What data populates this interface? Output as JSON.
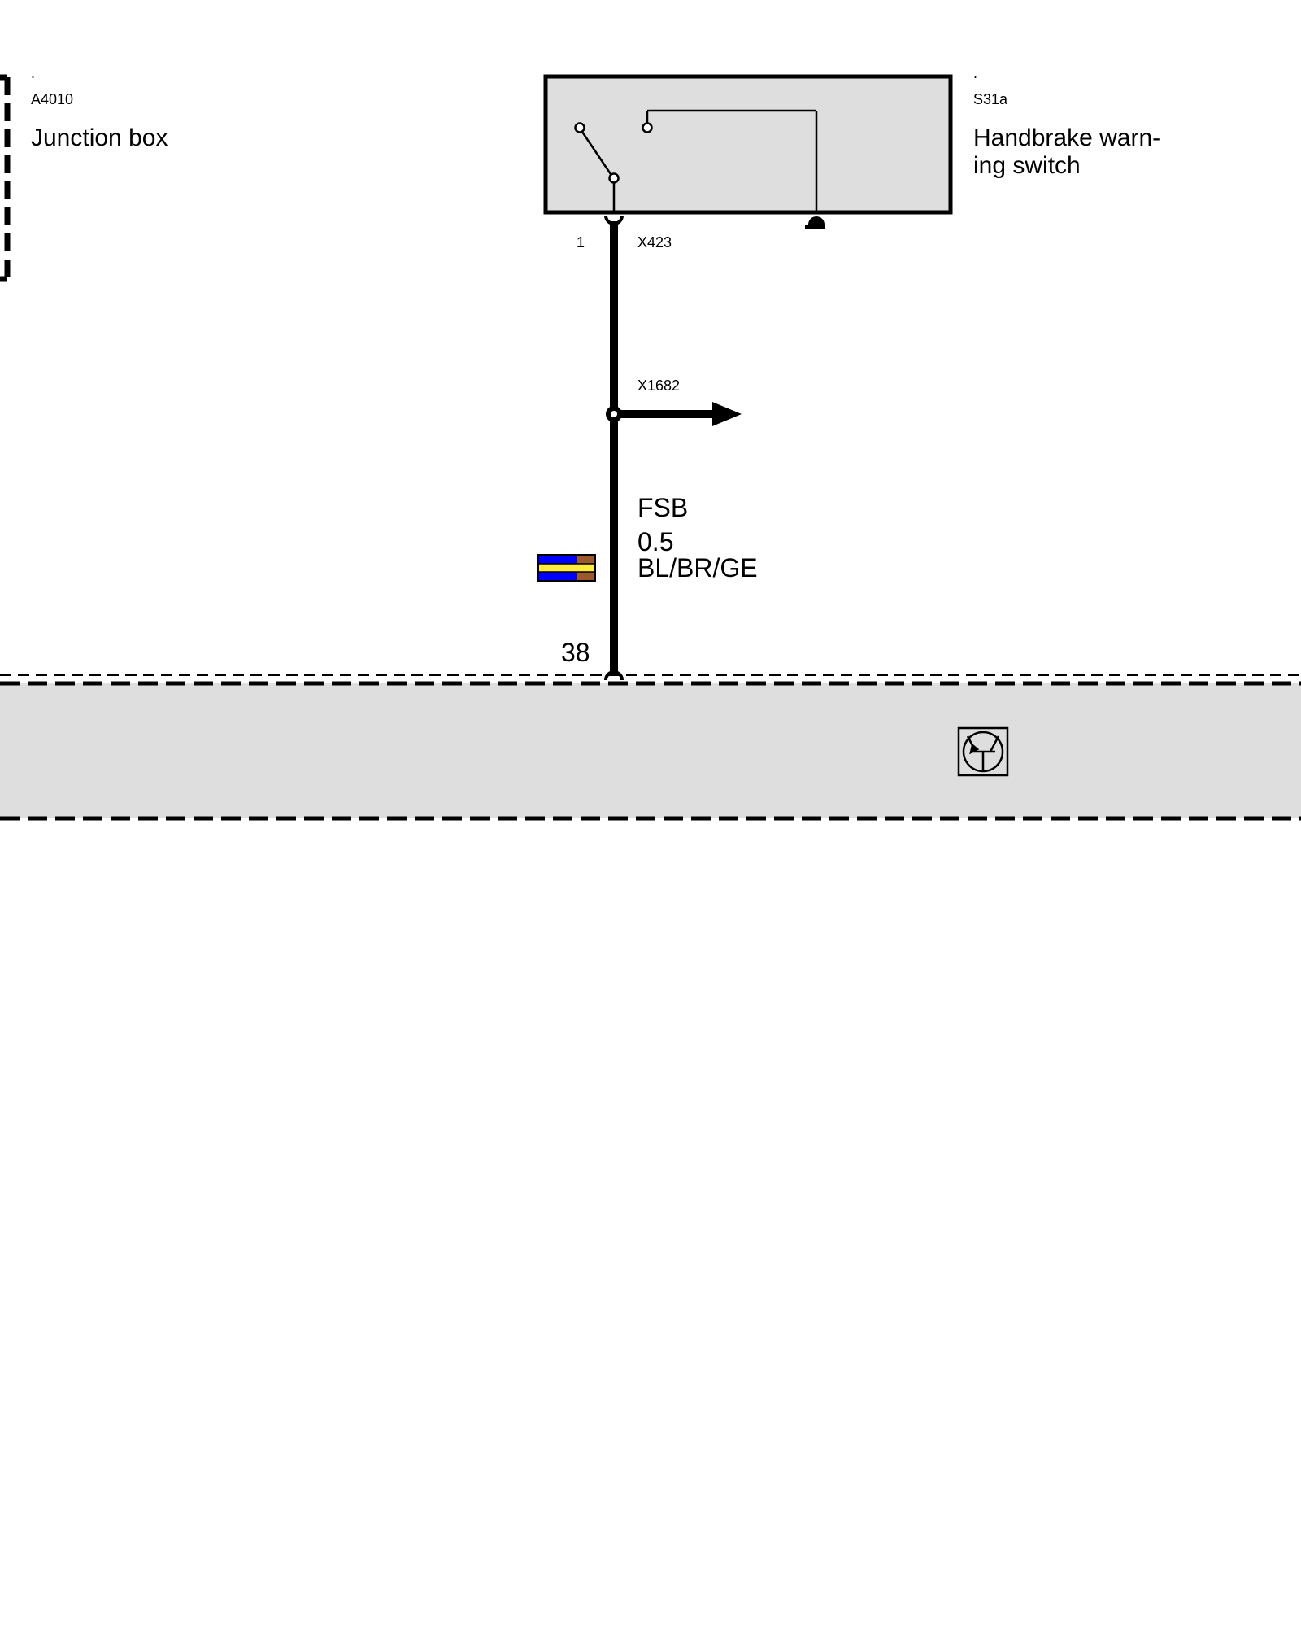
{
  "junction_box": {
    "dot": ".",
    "code": "A4010",
    "name": "Junction box"
  },
  "handbrake_switch": {
    "dot": ".",
    "code": "S31a",
    "name_line1": "Handbrake warn-",
    "name_line2": "ing switch"
  },
  "connectors": {
    "pin_top": "1",
    "top": "X423",
    "splice": "X1682",
    "pin_bottom": "38"
  },
  "wire": {
    "system": "FSB",
    "cross_section": "0.5",
    "color_code": "BL/BR/GE",
    "colors": {
      "base": "#0000ff",
      "stripe1": "#9b5a2a",
      "stripe2": "#ffeb3b"
    }
  },
  "icons": {
    "switch": "handbrake-switch-icon",
    "ground": "ground-icon",
    "arrow": "continuation-arrow-icon",
    "transistor": "transistor-icon"
  },
  "palette": {
    "component_fill": "#dedede",
    "line": "#000000"
  }
}
